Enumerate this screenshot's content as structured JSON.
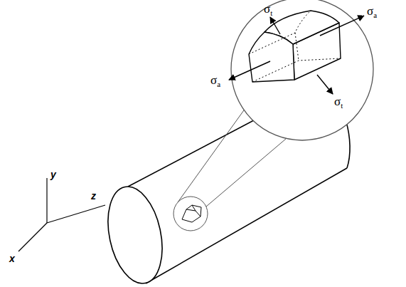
{
  "diagram": {
    "labels": [
      "σt",
      "σa",
      "σa",
      "σt",
      "y",
      "z",
      "x"
    ]
  }
}
